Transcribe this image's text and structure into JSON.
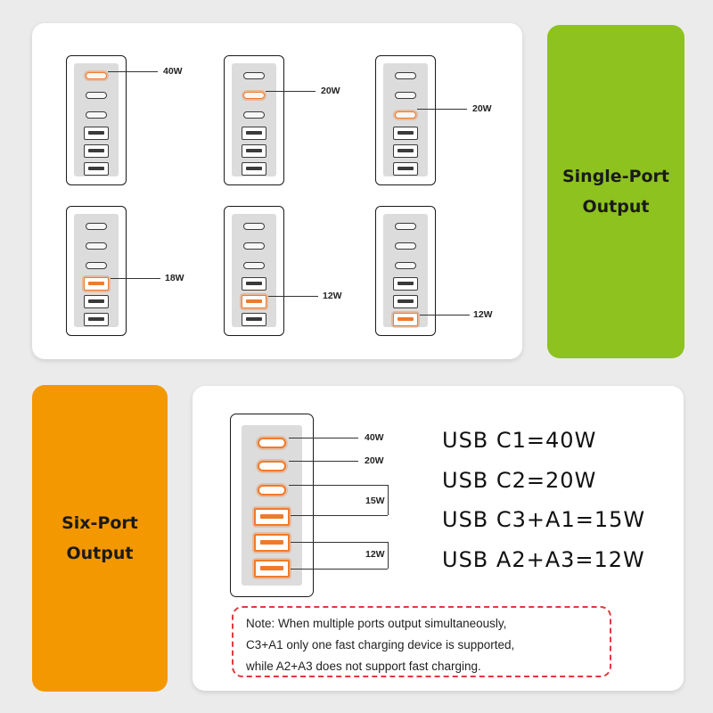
{
  "single_port_label": {
    "line1": "Single-Port",
    "line2": "Output"
  },
  "six_port_label": {
    "line1": "Six-Port",
    "line2": "Output"
  },
  "single_port_examples": [
    {
      "active_port": "USB C1",
      "watt": "40W"
    },
    {
      "active_port": "USB C2",
      "watt": "20W"
    },
    {
      "active_port": "USB C3",
      "watt": "20W"
    },
    {
      "active_port": "USB A1",
      "watt": "18W"
    },
    {
      "active_port": "USB A2",
      "watt": "12W"
    },
    {
      "active_port": "USB A3",
      "watt": "12W"
    }
  ],
  "six_port": {
    "watts": {
      "c1": "40W",
      "c2": "20W",
      "c3_a1": "15W",
      "a2_a3": "12W"
    },
    "specs": [
      "USB C1=40W",
      "USB C2=20W",
      "USB C3+A1=15W",
      "USB A2+A3=12W"
    ],
    "note": [
      "Note: When multiple ports output simultaneously,",
      "C3+A1 only one fast charging device is supported,",
      "while A2+A3 does not support fast charging."
    ]
  },
  "colors": {
    "single_port_box": "#8dc21f",
    "six_port_box": "#f39800",
    "highlight": "#f07a2a",
    "note_border": "#e0393e"
  }
}
